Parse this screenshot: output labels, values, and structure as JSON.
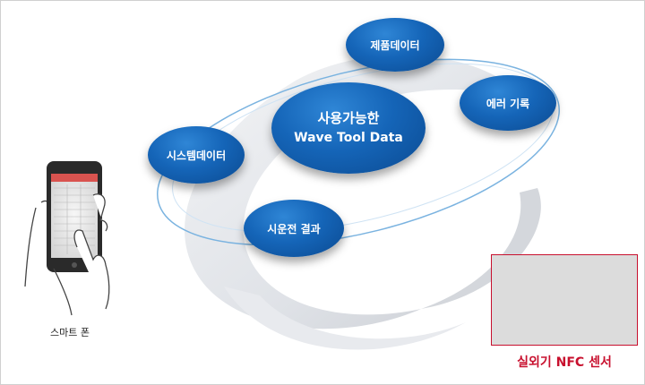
{
  "center": {
    "line1": "사용가능한",
    "line2": "Wave Tool Data"
  },
  "nodes": {
    "product": "제품데이터",
    "error": "에러 기록",
    "system": "시스템데이터",
    "trial": "시운전 결과"
  },
  "phone_label": "스마트 폰",
  "sensor_label": "실외기 NFC 센서",
  "colors": {
    "bubble": "#1565b8",
    "sensor_label": "#c8102e",
    "swoosh": "#e4e6ea"
  }
}
